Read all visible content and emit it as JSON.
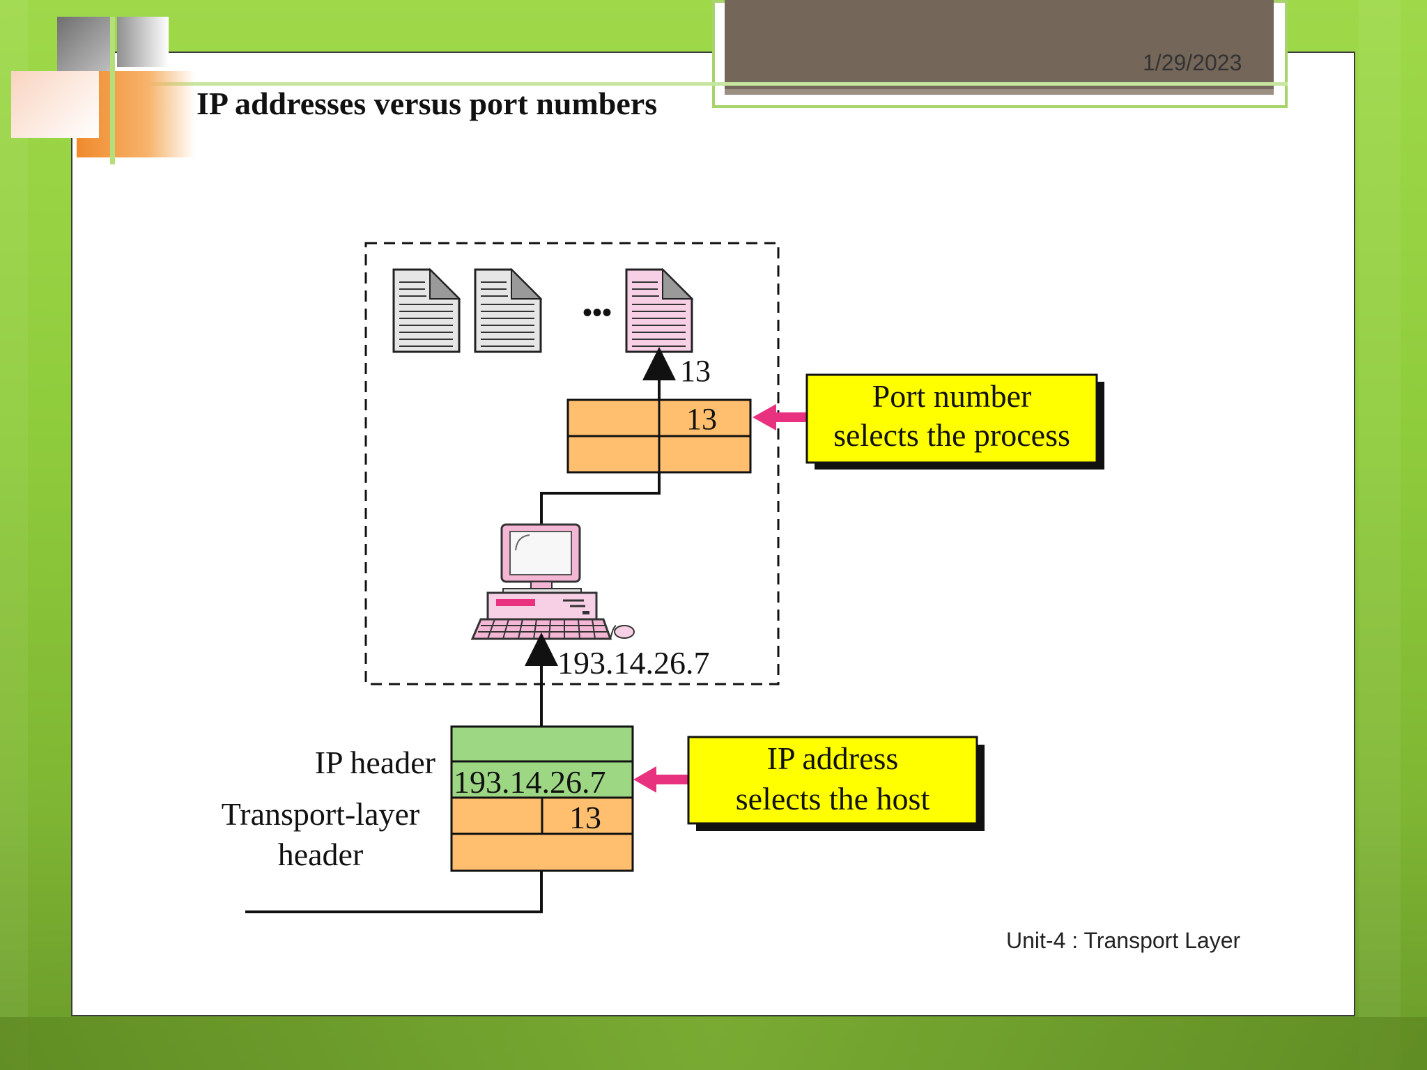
{
  "slide": {
    "title": "IP addresses versus port numbers",
    "date": "1/29/2023",
    "footer": "Unit-4 : Transport Layer"
  },
  "diagram": {
    "process_port": "13",
    "transport_port": "13",
    "host_ip": "193.14.26.7",
    "packet_ip": "193.14.26.7",
    "packet_port": "13",
    "ip_header_label": "IP header",
    "transport_header_label_line1": "Transport-layer",
    "transport_header_label_line2": "header",
    "port_callout_line1": "Port number",
    "port_callout_line2": "selects the process",
    "ip_callout_line1": "IP address",
    "ip_callout_line2": "selects the host",
    "ellipsis": "•••"
  },
  "colors": {
    "orange_header": "#ffbf6e",
    "green_header": "#9dd784",
    "callout_yellow": "#ffff00",
    "arrow_pink": "#e8327f"
  }
}
